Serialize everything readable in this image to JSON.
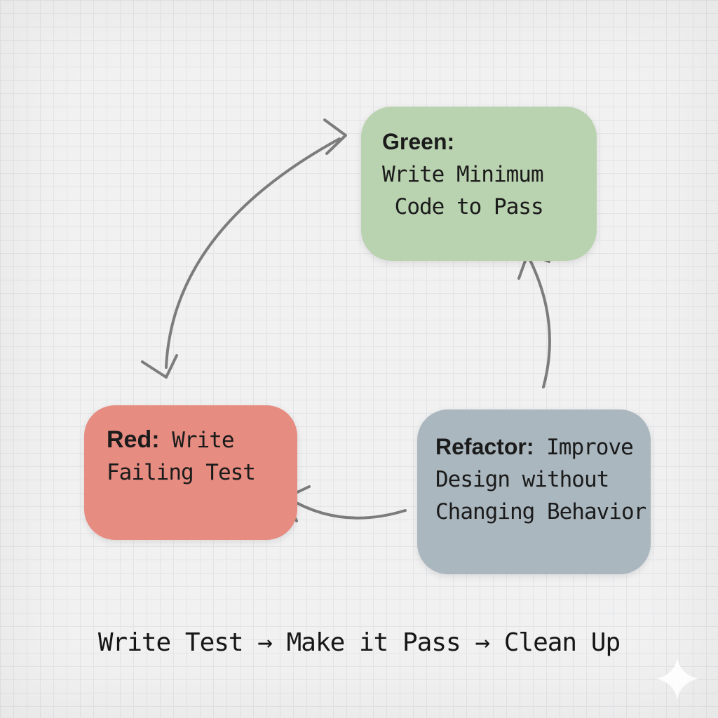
{
  "diagram": {
    "title": "TDD cycle diagram",
    "background": {
      "base_color": "#f1f1f2",
      "grid_color": "#e3e4e6"
    },
    "nodes": {
      "green": {
        "heading": "Green:",
        "body": "\nWrite Minimum\n Code to Pass",
        "color": "#b9d2b0"
      },
      "red": {
        "heading": "Red:",
        "body": " Write\nFailing Test",
        "color": "#e68c81"
      },
      "refactor": {
        "heading": "Refactor:",
        "body": " Improve\nDesign without\nChanging Behavior",
        "color": "#aab7bf"
      }
    },
    "arrows": {
      "color": "#7c7c7c",
      "connections": [
        "red-green-double-curve",
        "refactor-to-green",
        "refactor-to-red"
      ]
    },
    "formula": {
      "text": "Write Test → Make it Pass → Clean Up"
    },
    "icons": {
      "sparkle": "four-pointed-star",
      "sparkle_color": "#ffffff"
    }
  }
}
